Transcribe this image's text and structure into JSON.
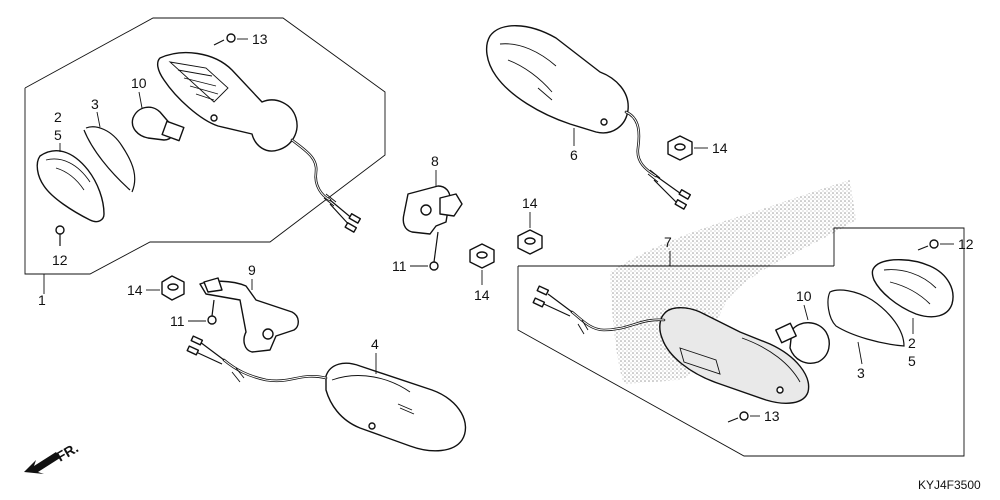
{
  "diagram": {
    "drawing_code": "KYJ4F3500",
    "front_marker": "FR.",
    "group_labels": {
      "left_assembly": "1"
    },
    "callouts": {
      "left_lens_a": "2",
      "left_lens_b": "5",
      "left_gasket": "3",
      "left_bulb": "10",
      "left_screw_top": "13",
      "left_screw_lens": "12",
      "bracket_8": "8",
      "bracket_8_bolt": "11",
      "bracket_9": "9",
      "bracket_9_bolt": "11",
      "nut_mid_top": "14",
      "nut_mid_bottom": "14",
      "nut_left": "14",
      "nut_upper_right": "14",
      "turn_signal_6": "6",
      "turn_signal_4": "4",
      "turn_signal_7": "7",
      "right_bulb": "10",
      "right_gasket": "3",
      "right_lens_a": "2",
      "right_lens_b": "5",
      "right_screw_lens": "12",
      "right_screw_bottom": "13"
    }
  }
}
